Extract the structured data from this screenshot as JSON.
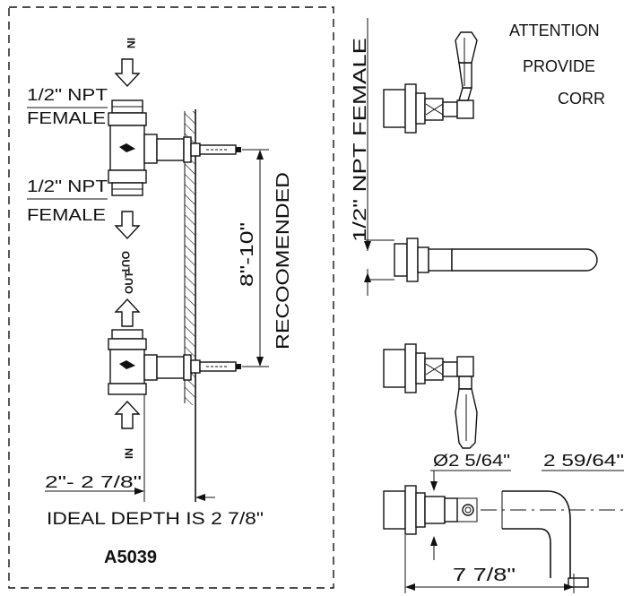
{
  "labels": {
    "npt_female_top_1": "1/2\" NPT",
    "npt_female_top_2": "FEMALE",
    "npt_female_bottom_1": "1/2\" NPT",
    "npt_female_bottom_2": "FEMALE",
    "in_top": "IN",
    "out_1": "OUT",
    "out_2": "OUT",
    "in_bottom": "IN",
    "spacing_range": "8\"-10\"",
    "recommended": "RECOOMENDED",
    "depth_range": "2\"- 2 7/8\"",
    "ideal_depth": "IDEAL DEPTH IS 2 7/8\"",
    "model_number": "A5039",
    "npt_female_vertical": "1/2\" NPT FEMALE",
    "attention_1": "ATTENTION",
    "attention_2": "PROVIDE",
    "attention_3": "CORR",
    "diameter": "Ø2 5/64\"",
    "spout_projection": "2 59/64\"",
    "overall_length": "7 7/8\""
  }
}
